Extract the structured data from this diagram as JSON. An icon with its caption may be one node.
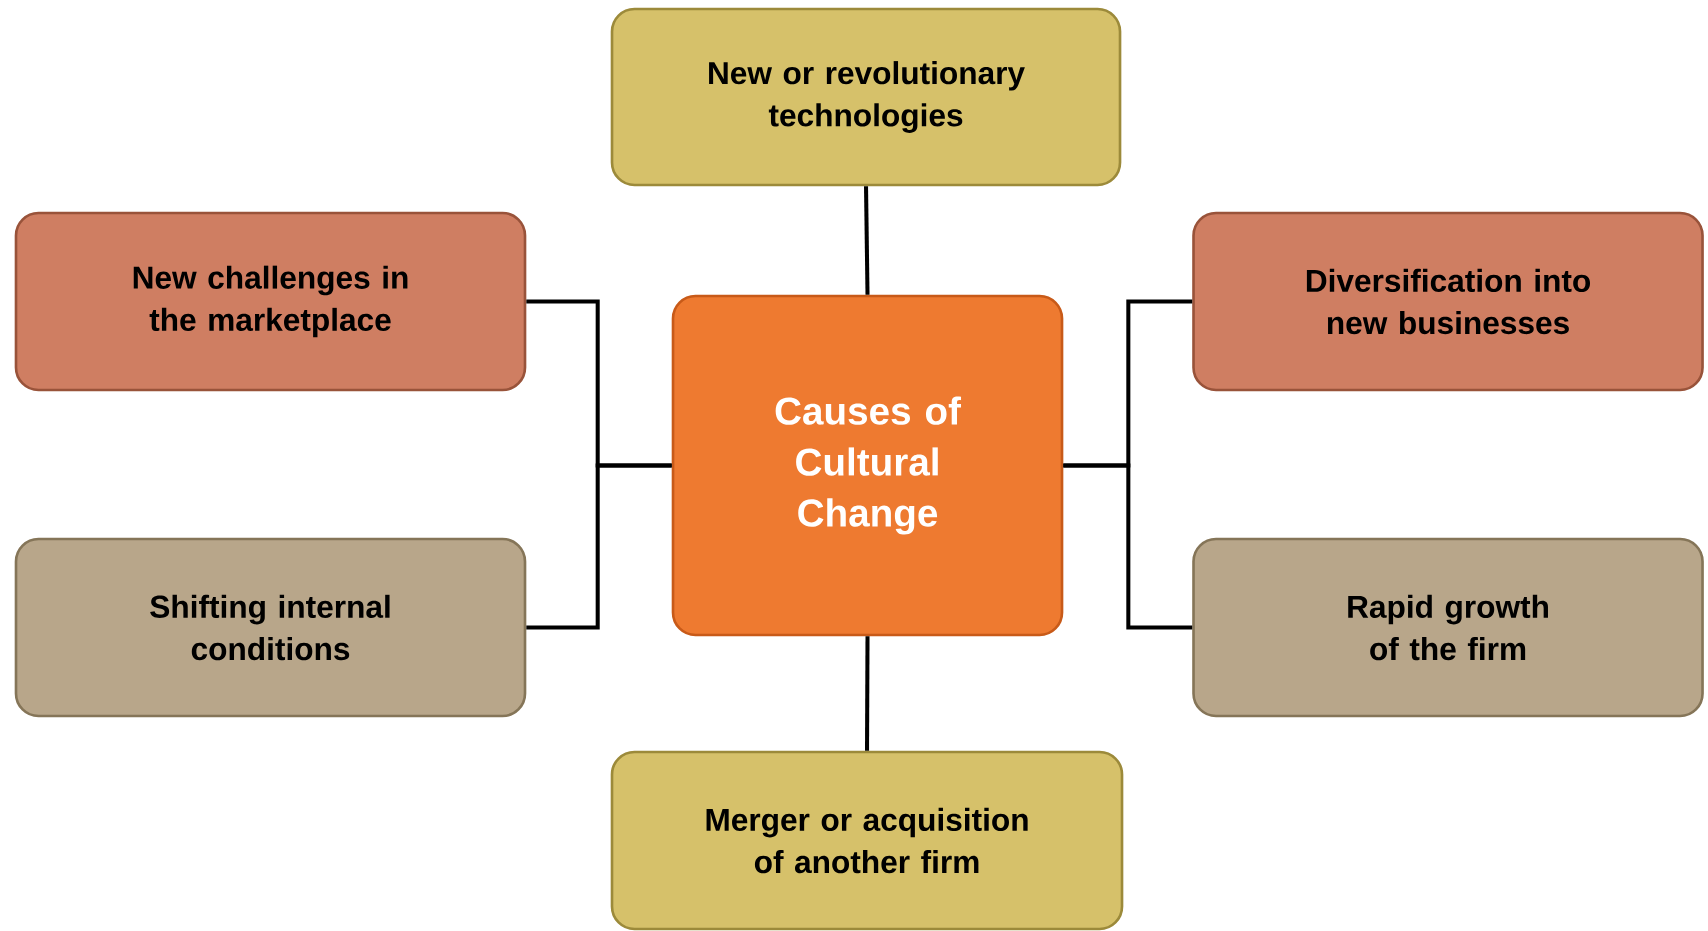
{
  "diagram": {
    "nodes": [
      {
        "text": [
          "New or revolutionary technologies"
        ]
      },
      {
        "text": [
          "New challenges in the marketplace"
        ]
      },
      {
        "text": [
          "Diversification into new businesses"
        ]
      },
      {
        "text": [
          "Causes of Cultural Change"
        ]
      },
      {
        "text": [
          "Shifting internal conditions"
        ]
      },
      {
        "text": [
          "Rapid growth of the firm"
        ]
      },
      {
        "text": [
          "Merger or acquisition of another firm"
        ]
      }
    ],
    "edges": [
      {
        "from": 3,
        "to": 0,
        "arrow": "none"
      },
      {
        "from": 3,
        "to": 1,
        "arrow": "none"
      },
      {
        "from": 3,
        "to": 2,
        "arrow": "none"
      },
      {
        "from": 3,
        "to": 4,
        "arrow": "none"
      },
      {
        "from": 3,
        "to": 5,
        "arrow": "none"
      },
      {
        "from": 3,
        "to": 6,
        "arrow": "none"
      }
    ]
  }
}
